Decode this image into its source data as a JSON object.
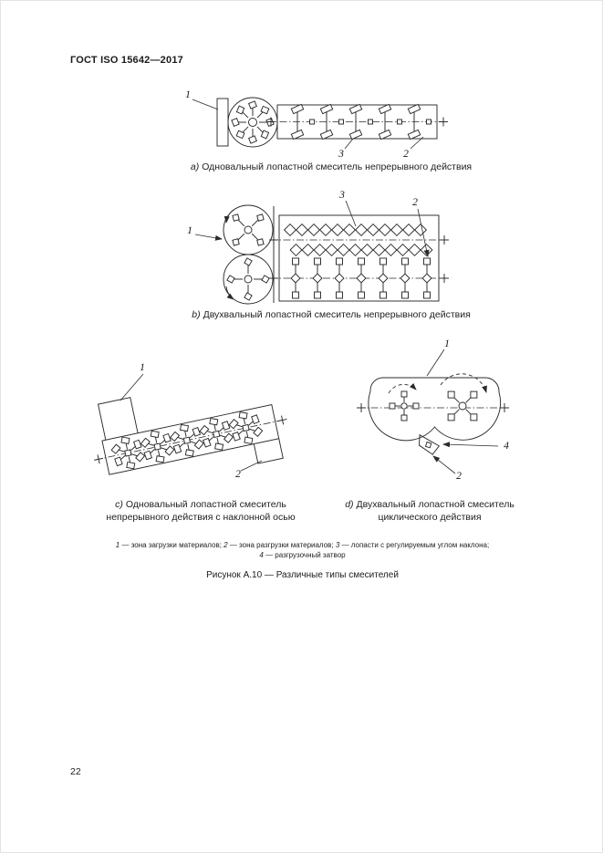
{
  "header": {
    "title": "ГОСТ ISO 15642—2017"
  },
  "figures": {
    "a": {
      "letter": "a)",
      "caption": "Одновальный лопастной смеситель непрерывного действия",
      "labels": {
        "n1": "1",
        "n2": "2",
        "n3": "3"
      }
    },
    "b": {
      "letter": "b)",
      "caption": "Двухвальный лопастной смеситель непрерывного действия",
      "labels": {
        "n1": "1",
        "n2": "2",
        "n3": "3"
      }
    },
    "c": {
      "letter": "c)",
      "caption_line1": "Одновальный лопастной смеситель",
      "caption_line2": "непрерывного действия с наклонной осью",
      "labels": {
        "n1": "1",
        "n2": "2"
      }
    },
    "d": {
      "letter": "d)",
      "caption_line1": "Двухвальный лопастной смеситель",
      "caption_line2": "циклического действия",
      "labels": {
        "n1": "1",
        "n2": "2",
        "n4": "4"
      }
    }
  },
  "legend": {
    "n1": "1",
    "t1": " — зона загрузки материалов; ",
    "n2": "2",
    "t2": " — зона разгрузки материалов; ",
    "n3": "3",
    "t3": " — лопасти с регулируемым углом наклона;",
    "n4": "4",
    "t4": " — разгрузочный затвор"
  },
  "figure_title": "Рисунок А.10 — Различные типы смесителей",
  "page_number": "22"
}
